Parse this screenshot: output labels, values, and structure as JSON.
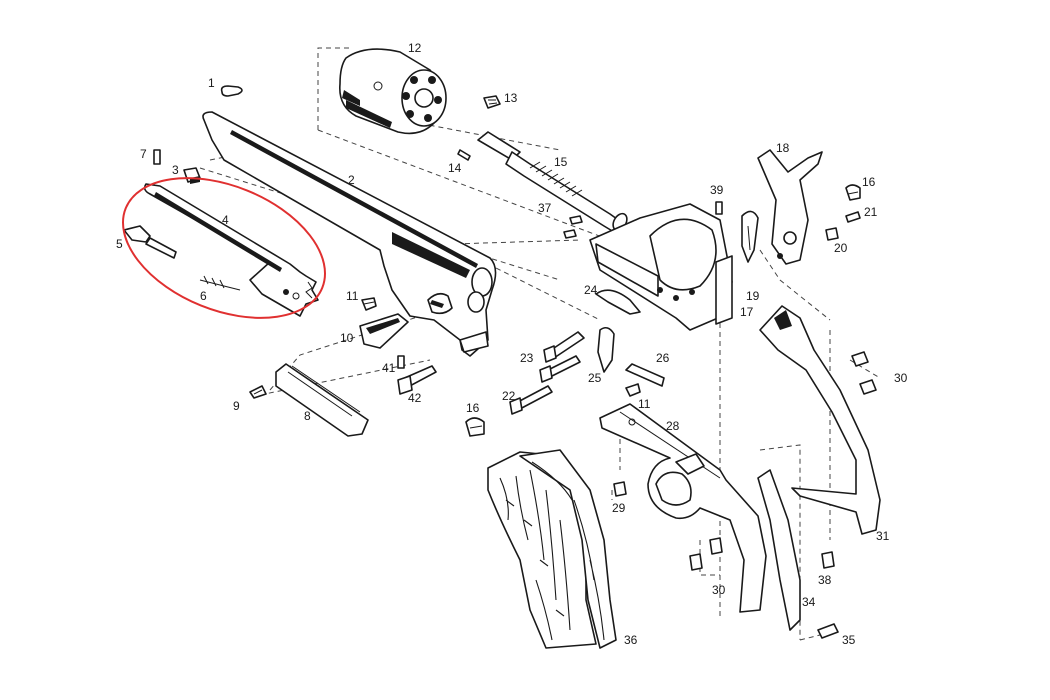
{
  "diagram": {
    "highlight_color": "#e03030",
    "labels": {
      "p1": "1",
      "p2": "2",
      "p3": "3",
      "p4": "4",
      "p5": "5",
      "p6": "6",
      "p7": "7",
      "p8": "8",
      "p9": "9",
      "p10": "10",
      "p11a": "11",
      "p11b": "11",
      "p12": "12",
      "p13": "13",
      "p14": "14",
      "p15": "15",
      "p16a": "16",
      "p16b": "16",
      "p17": "17",
      "p18": "18",
      "p19": "19",
      "p20": "20",
      "p21": "21",
      "p22": "22",
      "p23": "23",
      "p24": "24",
      "p25": "25",
      "p26": "26",
      "p28": "28",
      "p29": "29",
      "p30a": "30",
      "p30b": "30",
      "p31": "31",
      "p34": "34",
      "p35": "35",
      "p36": "36",
      "p37": "37",
      "p38": "38",
      "p39": "39",
      "p41": "41",
      "p42": "42"
    }
  }
}
